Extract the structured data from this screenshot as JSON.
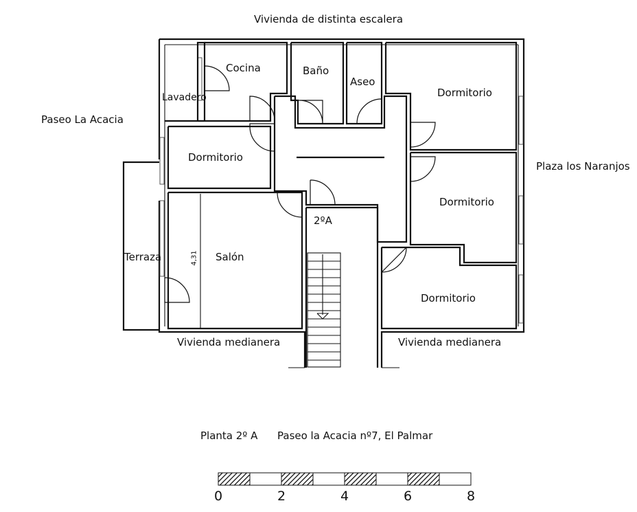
{
  "title_top": "Vivienda de distinta escalera",
  "left_street": "Paseo La Acacia",
  "right_street": "Plaza los Naranjos",
  "rooms": {
    "lavadero": "Lavadero",
    "cocina": "Cocina",
    "bano": "Baño",
    "aseo": "Aseo",
    "dormitorio_ne": "Dormitorio",
    "dormitorio_w": "Dormitorio",
    "dormitorio_e": "Dormitorio",
    "dormitorio_se": "Dormitorio",
    "salon": "Salón",
    "terraza": "Terraza",
    "stair_label": "2ºA"
  },
  "dimension": "4,31",
  "neighbors": {
    "left": "Vivienda medianera",
    "right": "Vivienda medianera"
  },
  "caption": {
    "floor": "Planta 2º A",
    "address": "Paseo la Acacia nº7, El Palmar"
  },
  "scale": {
    "ticks": [
      "0",
      "2",
      "4",
      "6",
      "8"
    ],
    "max": 8,
    "segments": 8
  }
}
